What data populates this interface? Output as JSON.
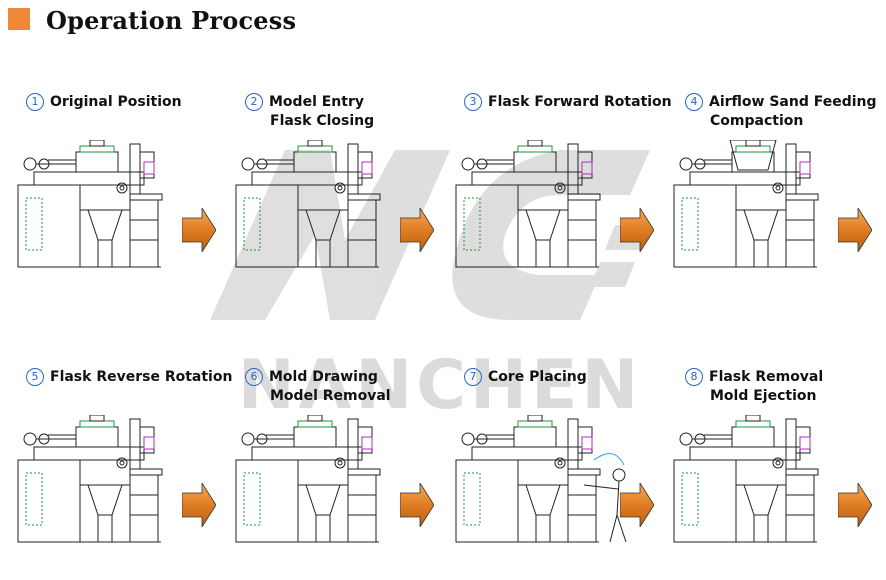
{
  "header": {
    "title": "Operation Process"
  },
  "watermark": {
    "text": "NANCHEN",
    "logo": "NC"
  },
  "steps": [
    {
      "num": "1",
      "line1": "Original Position",
      "line2": ""
    },
    {
      "num": "2",
      "line1": "Model Entry",
      "line2": "Flask Closing"
    },
    {
      "num": "3",
      "line1": "Flask Forward Rotation",
      "line2": ""
    },
    {
      "num": "4",
      "line1": "Airflow Sand Feeding",
      "line2": "Compaction"
    },
    {
      "num": "5",
      "line1": "Flask Reverse Rotation",
      "line2": ""
    },
    {
      "num": "6",
      "line1": "Mold Drawing",
      "line2": "Model Removal"
    },
    {
      "num": "7",
      "line1": "Core Placing",
      "line2": ""
    },
    {
      "num": "8",
      "line1": "Flask Removal",
      "line2": "Mold Ejection"
    }
  ],
  "colors": {
    "accent": "#f0883a",
    "number": "#2a64c8",
    "arrow": "#e07d22",
    "watermark": "#bdbdbd"
  }
}
